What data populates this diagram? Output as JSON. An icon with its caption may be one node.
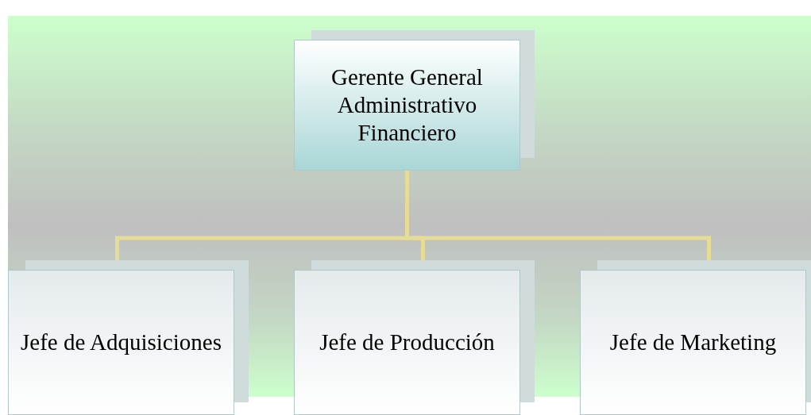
{
  "diagram": {
    "nodes": [
      {
        "text": [
          "Gerente General Administrativo Financiero"
        ]
      },
      {
        "text": [
          "Jefe de Adquisiciones"
        ]
      },
      {
        "text": [
          "Jefe de Producción"
        ]
      },
      {
        "text": [
          "Jefe de Marketing"
        ]
      }
    ],
    "edges": [
      {
        "from": 0,
        "to": 1,
        "arrow": "none"
      },
      {
        "from": 0,
        "to": 2,
        "arrow": "none"
      },
      {
        "from": 0,
        "to": 3,
        "arrow": "none"
      }
    ]
  }
}
